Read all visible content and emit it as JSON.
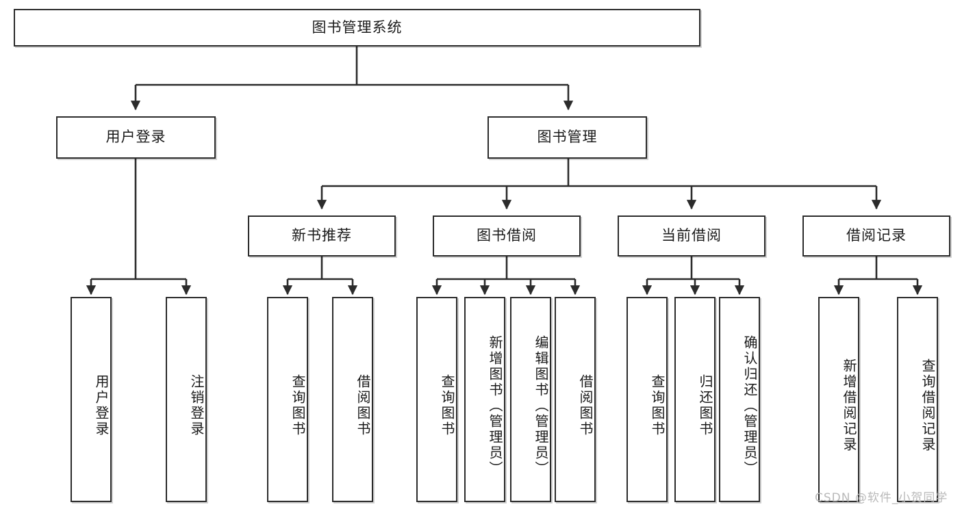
{
  "diagram": {
    "title_node": {
      "id": "root",
      "label": "图书管理系统"
    },
    "level2": [
      {
        "id": "user-login",
        "label": "用户登录"
      },
      {
        "id": "book-management",
        "label": "图书管理"
      }
    ],
    "level3": [
      {
        "id": "new-book-recommend",
        "label": "新书推荐"
      },
      {
        "id": "book-borrow",
        "label": "图书借阅"
      },
      {
        "id": "current-borrow",
        "label": "当前借阅"
      },
      {
        "id": "borrow-record",
        "label": "借阅记录"
      }
    ],
    "leaves": [
      {
        "id": "leaf-user-login",
        "label": "用户登录",
        "parent": "user-login"
      },
      {
        "id": "leaf-logout-login",
        "label": "注销登录",
        "parent": "user-login"
      },
      {
        "id": "leaf-query-book-1",
        "label": "查询图书",
        "parent": "new-book-recommend"
      },
      {
        "id": "leaf-borrow-book-1",
        "label": "借阅图书",
        "parent": "new-book-recommend"
      },
      {
        "id": "leaf-query-book-2",
        "label": "查询图书",
        "parent": "book-borrow"
      },
      {
        "id": "leaf-add-book",
        "label": "新增图书（管理员）",
        "parent": "book-borrow"
      },
      {
        "id": "leaf-edit-book",
        "label": "编辑图书（管理员）",
        "parent": "book-borrow"
      },
      {
        "id": "leaf-borrow-book-2",
        "label": "借阅图书",
        "parent": "book-borrow"
      },
      {
        "id": "leaf-query-book-3",
        "label": "查询图书",
        "parent": "current-borrow"
      },
      {
        "id": "leaf-return-book",
        "label": "归还图书",
        "parent": "current-borrow"
      },
      {
        "id": "leaf-confirm-return",
        "label": "确认归还（管理员）",
        "parent": "current-borrow"
      },
      {
        "id": "leaf-add-record",
        "label": "新增借阅记录",
        "parent": "borrow-record"
      },
      {
        "id": "leaf-query-record",
        "label": "查询借阅记录",
        "parent": "borrow-record"
      }
    ],
    "watermark": "CSDN @软件_小贺同学",
    "colors": {
      "stroke": "#2b2b2b",
      "fill": "#ffffff",
      "text": "#1a1a1a",
      "watermark": "#b9b9b9"
    }
  }
}
